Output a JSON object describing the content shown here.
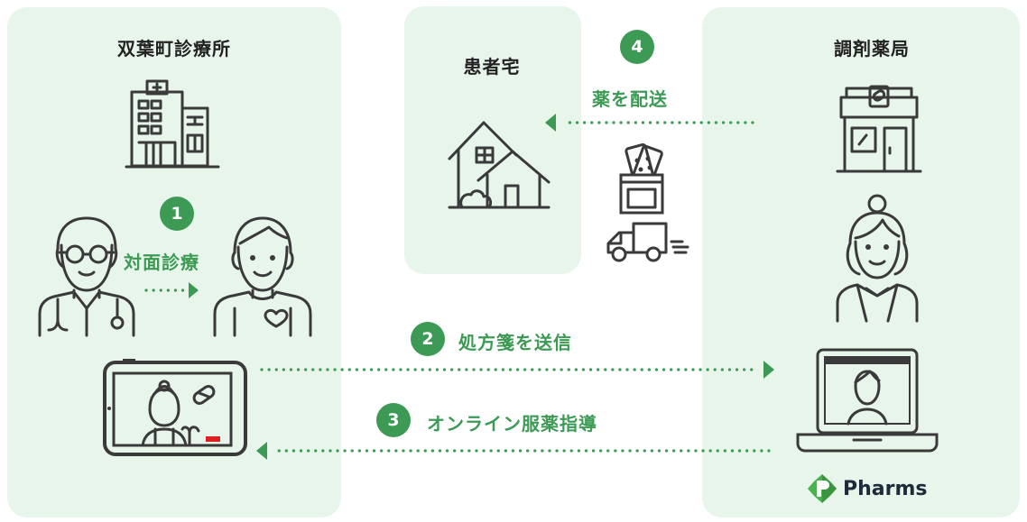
{
  "panels": {
    "clinic": "双葉町診療所",
    "home": "患者宅",
    "pharmacy": "調剤薬局"
  },
  "steps": [
    {
      "num": "1",
      "label": "対面診療"
    },
    {
      "num": "2",
      "label": "処方箋を送信"
    },
    {
      "num": "3",
      "label": "オンライン服薬指導"
    },
    {
      "num": "4",
      "label": "薬を配送"
    }
  ],
  "brand": {
    "name": "Pharms"
  },
  "colors": {
    "panel_bg": "#e8f5ea",
    "accent": "#3c9a55",
    "line": "#3a3a3a",
    "record": "#e02020"
  },
  "icons": [
    "hospital-building-icon",
    "doctor-icon",
    "patient-icon",
    "tablet-video-call-icon",
    "house-icon",
    "medicine-bag-icon",
    "delivery-truck-icon",
    "pharmacy-store-icon",
    "pharmacist-icon",
    "laptop-video-call-icon",
    "pharms-logo-icon"
  ]
}
